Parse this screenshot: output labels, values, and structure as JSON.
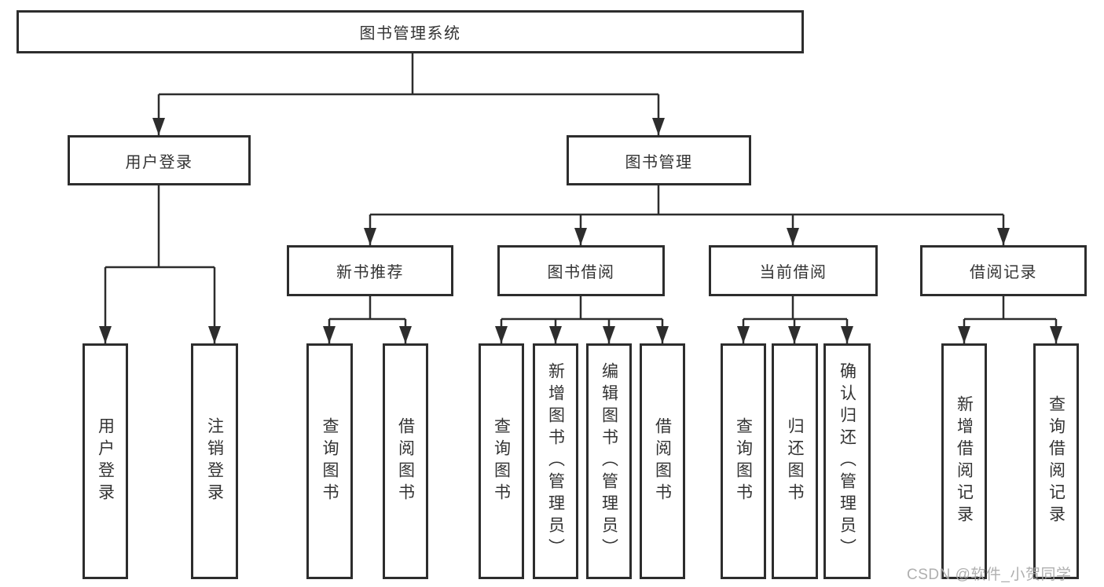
{
  "diagram": {
    "root": {
      "label": "图书管理系统"
    },
    "level2": [
      {
        "label": "用户登录"
      },
      {
        "label": "图书管理"
      }
    ],
    "level3": [
      {
        "label": "新书推荐"
      },
      {
        "label": "图书借阅"
      },
      {
        "label": "当前借阅"
      },
      {
        "label": "借阅记录"
      }
    ],
    "leaves": [
      {
        "label": "用户登录"
      },
      {
        "label": "注销登录"
      },
      {
        "label": "查询图书"
      },
      {
        "label": "借阅图书"
      },
      {
        "label": "查询图书"
      },
      {
        "label": "新增图书（管理员）"
      },
      {
        "label": "编辑图书（管理员）"
      },
      {
        "label": "借阅图书"
      },
      {
        "label": "查询图书"
      },
      {
        "label": "归还图书"
      },
      {
        "label": "确认归还（管理员）"
      },
      {
        "label": "新增借阅记录"
      },
      {
        "label": "查询借阅记录"
      }
    ],
    "colors": {
      "line": "#2d2d2d",
      "box_border": "#2d2d2d",
      "box_fill": "#ffffff",
      "text": "#333333",
      "watermark": "#a8a8a8"
    }
  },
  "watermark": {
    "text": "CSDN @软件_小贺同学"
  }
}
